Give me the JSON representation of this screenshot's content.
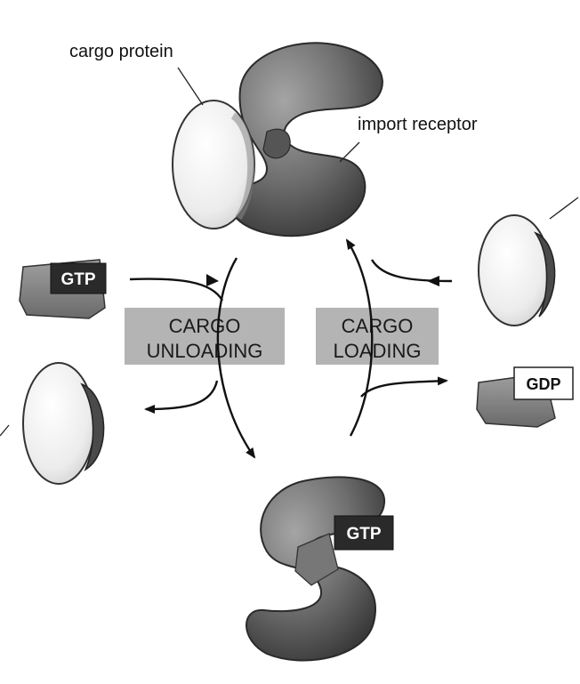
{
  "labels": {
    "cargo_protein": "cargo protein",
    "import_receptor": "import receptor"
  },
  "stages": {
    "unloading": {
      "line1": "CARGO",
      "line2": "UNLOADING"
    },
    "loading": {
      "line1": "CARGO",
      "line2": "LOADING"
    }
  },
  "badges": {
    "gtp_left": "GTP",
    "gtp_bottom": "GTP",
    "gdp_right": "GDP"
  },
  "colors": {
    "receptor": "#6e6e6e",
    "cargo": "#f2f2f2",
    "ran": "#8a8a8a",
    "stage_box": "#b4b4b4",
    "badge_dark": "#2a2a2a"
  }
}
